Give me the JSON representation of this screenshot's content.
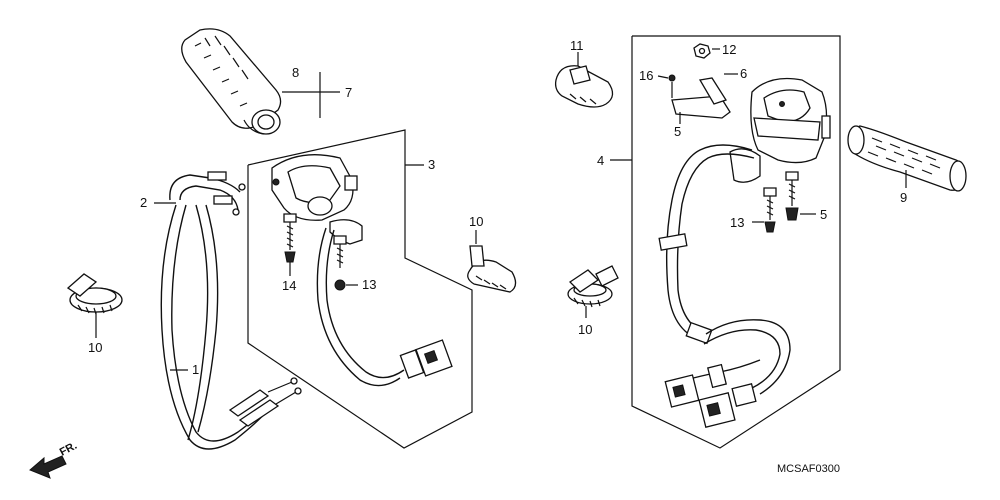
{
  "callouts": {
    "c1": "1",
    "c2": "2",
    "c3": "3",
    "c4": "4",
    "c5a": "5",
    "c5b": "5",
    "c6": "6",
    "c7": "7",
    "c8": "8",
    "c9": "9",
    "c10a": "10",
    "c10b": "10",
    "c10c": "10",
    "c11": "11",
    "c12": "12",
    "c13a": "13",
    "c13b": "13",
    "c14": "14",
    "c16": "16"
  },
  "diagram_code": "MCSAF0300",
  "front_marker": "FR."
}
